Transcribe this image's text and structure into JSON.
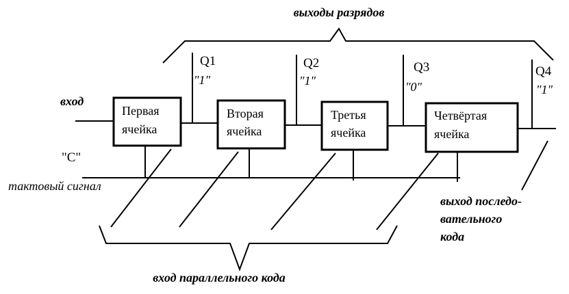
{
  "diagram": {
    "title_outputs": "выходы разрядов",
    "input_label": "вход",
    "clock_label": "\"С\"",
    "clock_signal": "тактовый сигнал",
    "serial_output": [
      "выход последо-",
      "вательного",
      "кода"
    ],
    "parallel_input": "вход параллельного кода",
    "cells": [
      {
        "line1": "Первая",
        "line2": "ячейка",
        "q": "Q1",
        "value": "\"1\""
      },
      {
        "line1": "Вторая",
        "line2": "ячейка",
        "q": "Q2",
        "value": "\"1\""
      },
      {
        "line1": "Третья",
        "line2": "ячейка",
        "q": "Q3",
        "value": "\"0\""
      },
      {
        "line1": "Четвёртая",
        "line2": "ячейка",
        "q": "Q4",
        "value": "\"1\""
      }
    ]
  }
}
